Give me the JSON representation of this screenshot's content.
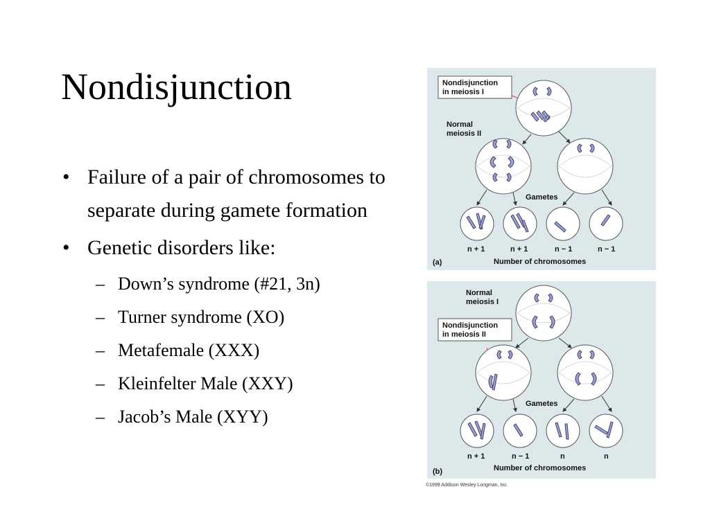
{
  "slide": {
    "title": "Nondisjunction",
    "bullets": [
      {
        "text": "Failure of a pair of chromosomes to separate during gamete formation"
      },
      {
        "text": "Genetic disorders like:"
      }
    ],
    "sub_bullets": [
      "Down’s syndrome (#21, 3n)",
      "Turner syndrome (XO)",
      "Metafemale (XXX)",
      "Kleinfelter Male (XXY)",
      "Jacob’s Male (XYY)"
    ]
  },
  "figure_a": {
    "callout_line1": "Nondisjunction",
    "callout_line2": "in meiosis I",
    "normal_line1": "Normal",
    "normal_line2": "meiosis II",
    "gametes_label": "Gametes",
    "counts": [
      "n + 1",
      "n + 1",
      "n − 1",
      "n − 1"
    ],
    "panel_label": "(a)",
    "axis_label": "Number of chromosomes"
  },
  "figure_b": {
    "normal_line1": "Normal",
    "normal_line2": "meiosis I",
    "callout_line1": "Nondisjunction",
    "callout_line2": "in meiosis II",
    "gametes_label": "Gametes",
    "counts": [
      "n + 1",
      "n − 1",
      "n",
      "n"
    ],
    "panel_label": "(b)",
    "axis_label": "Number of chromosomes"
  },
  "copyright": "©1999 Addison Wesley Longman, Inc."
}
